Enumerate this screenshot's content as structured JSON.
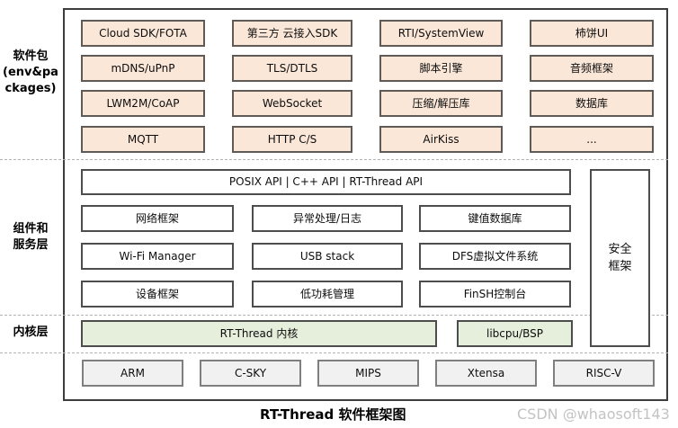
{
  "colors": {
    "package_fill": "#fbe7d8",
    "kernel_fill": "#e6efdc",
    "cpu_fill": "#f1f1f1",
    "box_border": "#595959",
    "outer_border": "#3d3d3d",
    "dashed_line": "#b3b3b3",
    "watermark_text": "#c3c3c3"
  },
  "layer_labels": {
    "packages": "软件包\n(env&pa\nckages)",
    "components": "组件和\n服务层",
    "kernel": "内核层"
  },
  "packages": {
    "row1": [
      "Cloud SDK/FOTA",
      "第三方 云接入SDK",
      "RTI/SystemView",
      "柿饼UI"
    ],
    "row2": [
      "mDNS/uPnP",
      "TLS/DTLS",
      "脚本引擎",
      "音频框架"
    ],
    "row3": [
      "LWM2M/CoAP",
      "WebSocket",
      "压缩/解压库",
      "数据库"
    ],
    "row4": [
      "MQTT",
      "HTTP C/S",
      "AirKiss",
      "..."
    ]
  },
  "components": {
    "api_bar": "POSIX API  |  C++ API  |  RT-Thread API",
    "grid": [
      [
        "网络框架",
        "异常处理/日志",
        "键值数据库"
      ],
      [
        "Wi-Fi Manager",
        "USB stack",
        "DFS虚拟文件系统"
      ],
      [
        "设备框架",
        "低功耗管理",
        "FinSH控制台"
      ]
    ],
    "security": "安全\n框架"
  },
  "kernel": {
    "core": "RT-Thread  内核",
    "libcpu": "libcpu/BSP"
  },
  "cpus": [
    "ARM",
    "C-SKY",
    "MIPS",
    "Xtensa",
    "RISC-V"
  ],
  "caption": "RT-Thread 软件框架图",
  "watermark": "CSDN @whaosoft143"
}
